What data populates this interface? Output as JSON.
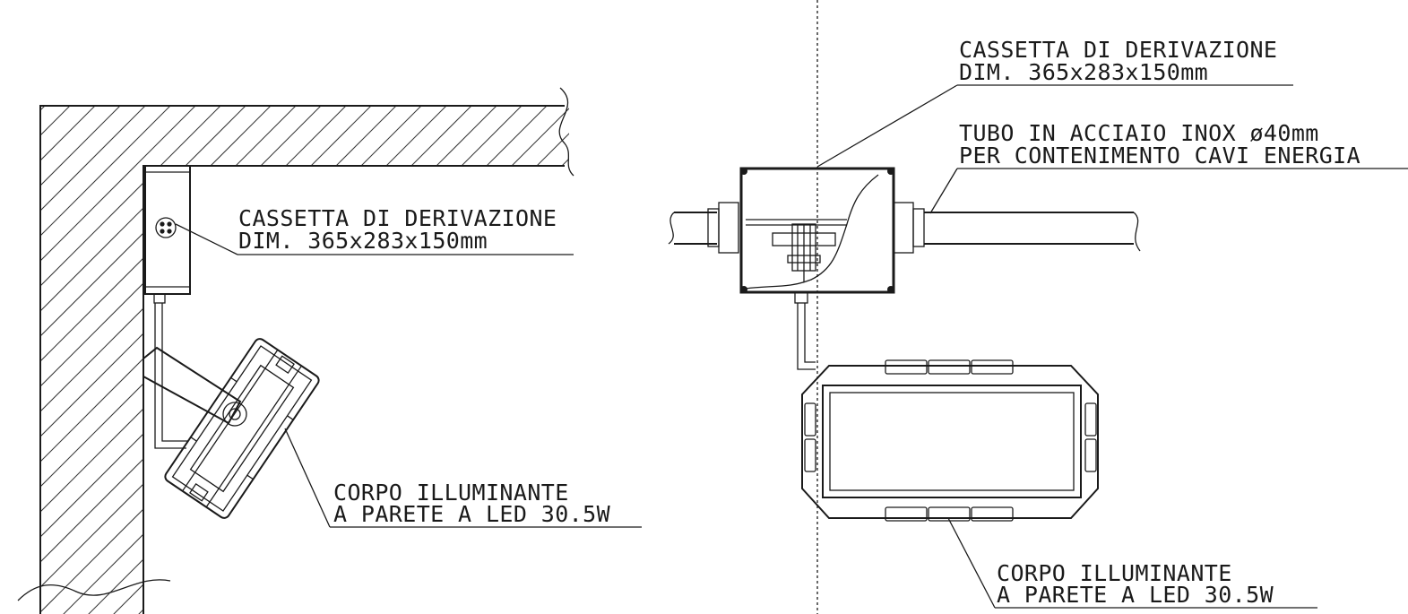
{
  "left_view": {
    "junction_box_label": {
      "line1": "CASSETTA DI DERIVAZIONE",
      "line2": "DIM. 365x283x150mm"
    },
    "luminaire_label": {
      "line1": "CORPO ILLUMINANTE",
      "line2": "A PARETE A LED 30.5W"
    }
  },
  "right_view": {
    "junction_box_label": {
      "line1": "CASSETTA DI DERIVAZIONE",
      "line2": "DIM. 365x283x150mm"
    },
    "conduit_label": {
      "line1": "TUBO IN ACCIAIO INOX ø40mm",
      "line2": "PER CONTENIMENTO CAVI ENERGIA"
    },
    "luminaire_label": {
      "line1": "CORPO ILLUMINANTE",
      "line2": "A PARETE A LED 30.5W"
    }
  },
  "colors": {
    "ink": "#1a1a1a",
    "background": "#ffffff"
  }
}
